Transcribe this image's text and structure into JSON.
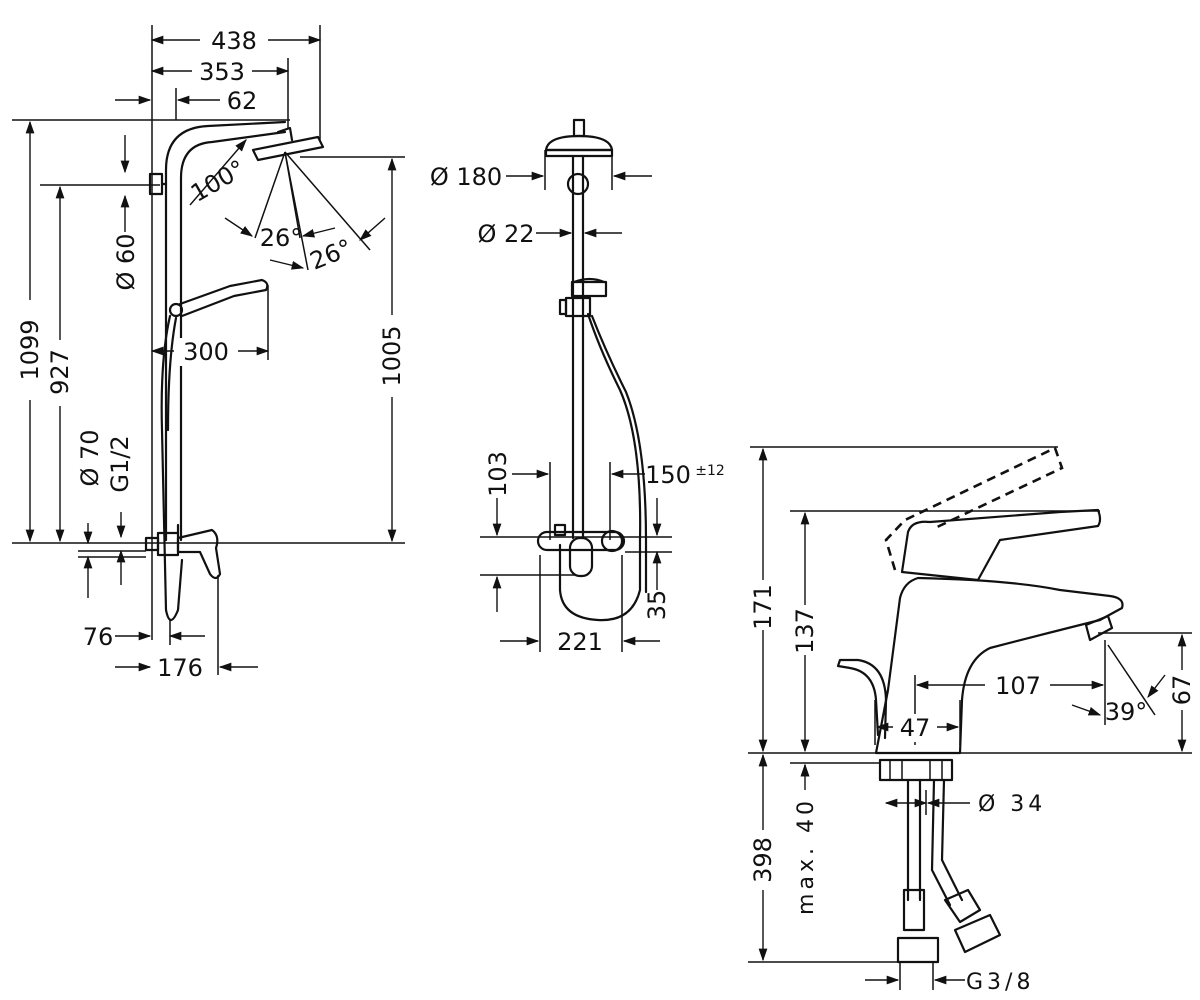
{
  "diagram": {
    "shower_side": {
      "width_total": "438",
      "width_arm": "353",
      "wall_offset": "62",
      "height_total": "1099",
      "height_pipe": "927",
      "height_head": "1005",
      "pipe_diameter": "Ø 60",
      "head_angle": "100°",
      "spray_angle_1": "26°",
      "spray_angle_2": "26°",
      "hand_shower_reach": "300",
      "inlet_diameter": "Ø 70",
      "thread": "G1/2",
      "mixer_depth_1": "76",
      "mixer_depth_2": "176"
    },
    "shower_front": {
      "head_diameter": "Ø 180",
      "rail_diameter": "Ø 22",
      "offset_103": "103",
      "centers": "150",
      "tolerance": "±12",
      "spread": "221",
      "drop": "35"
    },
    "faucet": {
      "height_total": "171",
      "height_spout": "137",
      "reach": "107",
      "base_width": "47",
      "spout_height": "67",
      "spray_angle": "39°",
      "tail_diameter": "Ø 34",
      "below_counter": "398",
      "max_thickness": "max. 40",
      "connection": "G3/8"
    }
  }
}
